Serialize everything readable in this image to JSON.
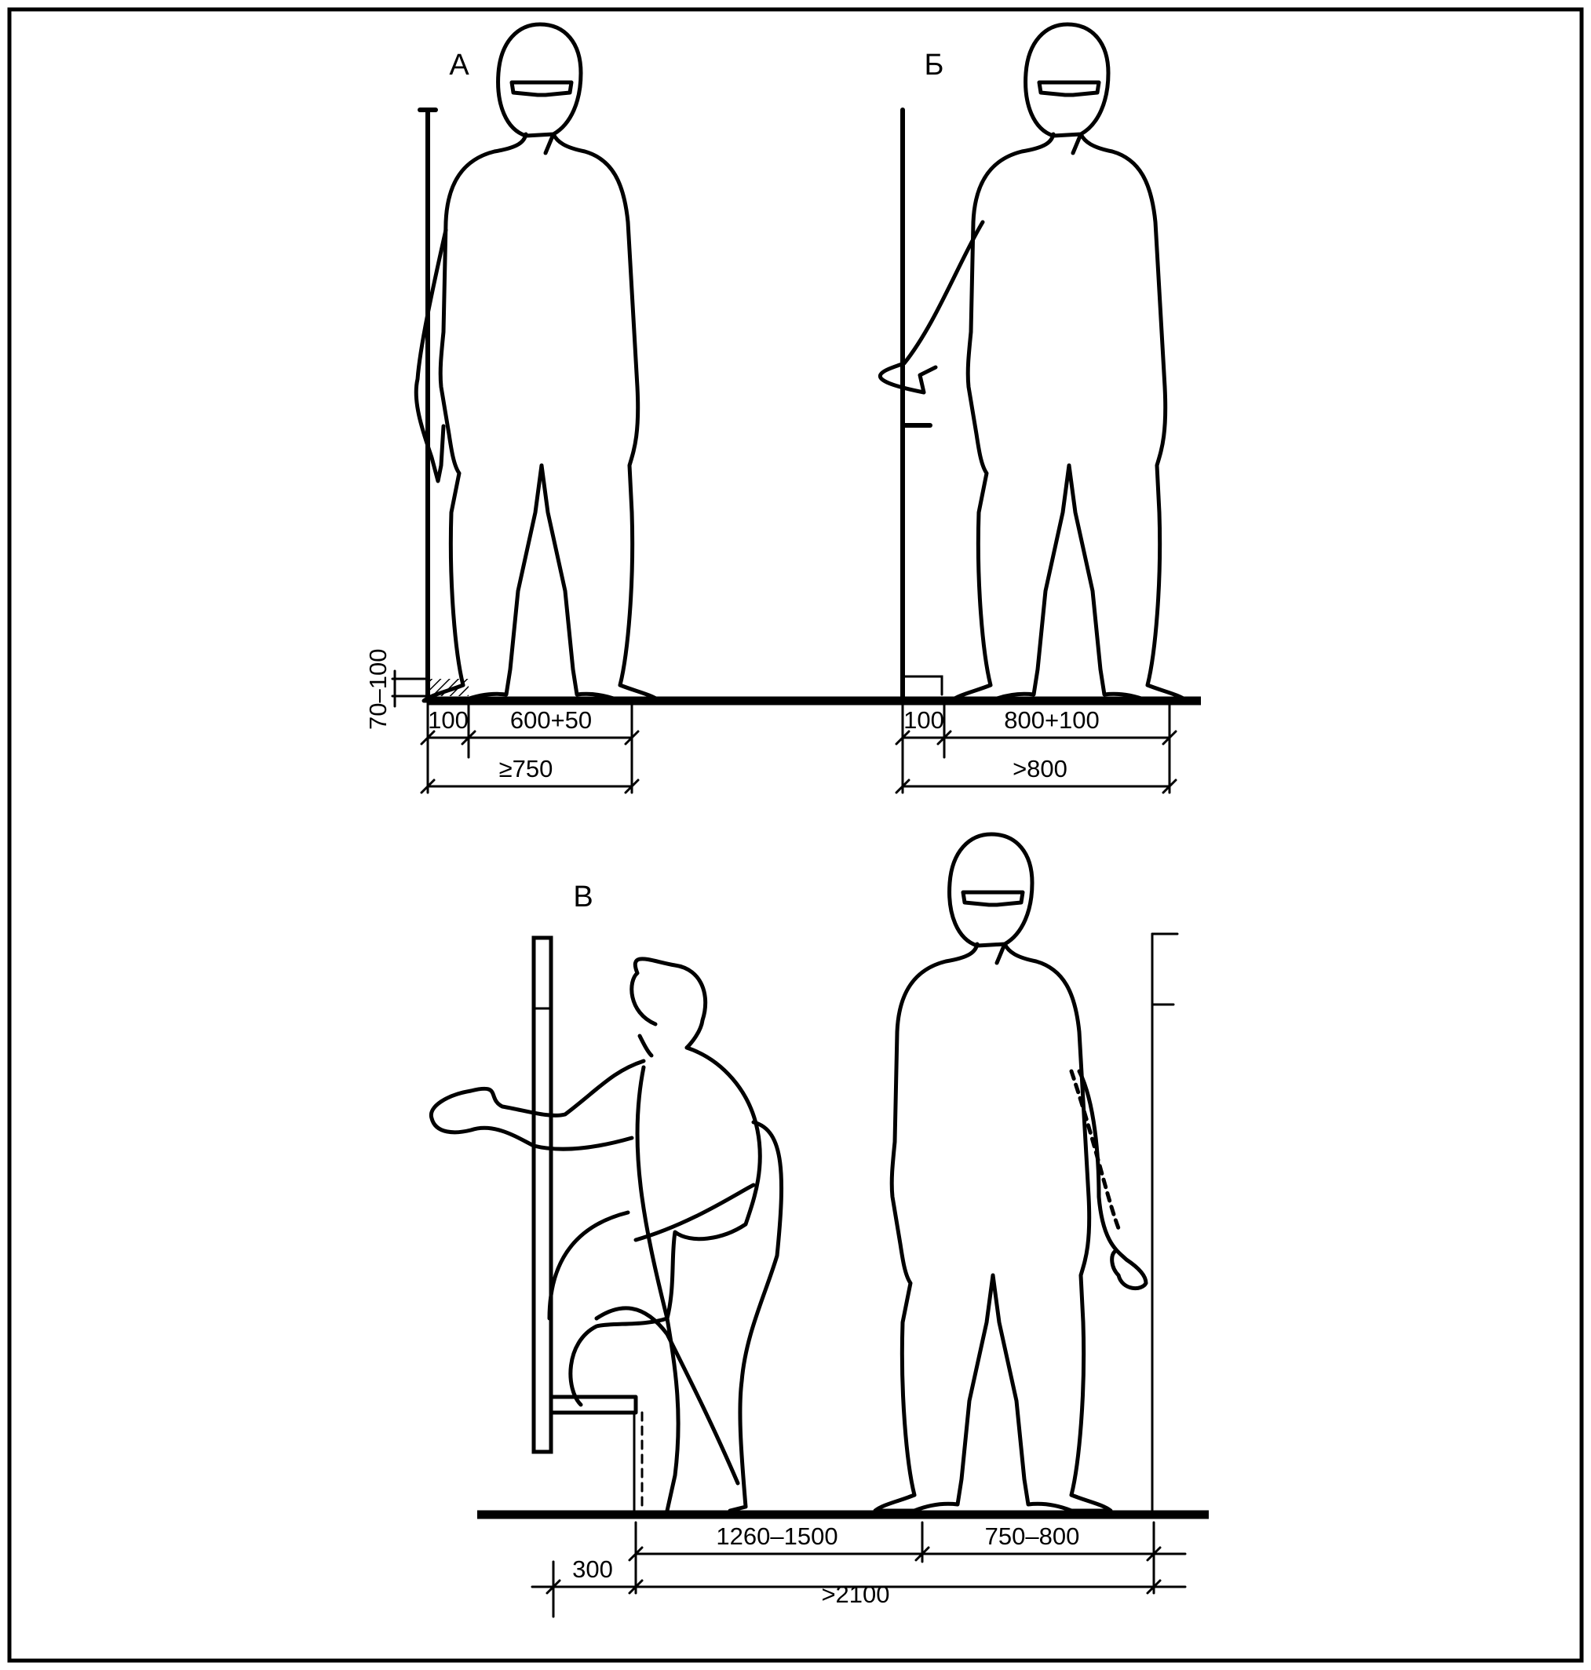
{
  "panels": {
    "a": {
      "label": "А",
      "dim_toe_height": "70–100",
      "dim_toe_depth": "100",
      "dim_body": "600+50",
      "dim_total": "≥750"
    },
    "b": {
      "label": "Б",
      "dim_toe_depth": "100",
      "dim_body": "800+100",
      "dim_total": ">800"
    },
    "c": {
      "label": "В",
      "dim_seat": "300",
      "dim_clear": "1260–1500",
      "dim_front": "750–800",
      "dim_total": ">2100"
    }
  }
}
